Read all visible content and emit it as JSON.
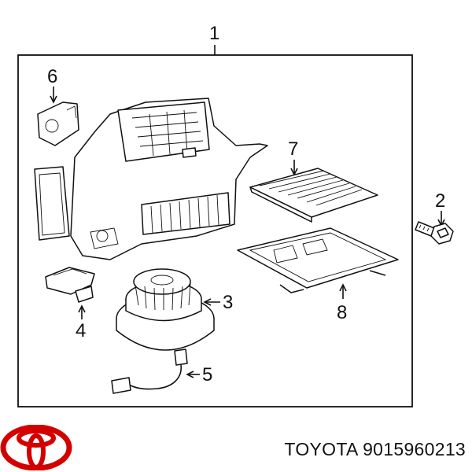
{
  "callouts": {
    "c1": "1",
    "c2": "2",
    "c3": "3",
    "c4": "4",
    "c5": "5",
    "c6": "6",
    "c7": "7",
    "c8": "8"
  },
  "footer": {
    "brand": "TOYOTA",
    "part_number": "9015960213",
    "text": "TOYOTA 9015960213"
  },
  "logo": {
    "name": "toyota-logo-icon",
    "color": "#d40000"
  }
}
